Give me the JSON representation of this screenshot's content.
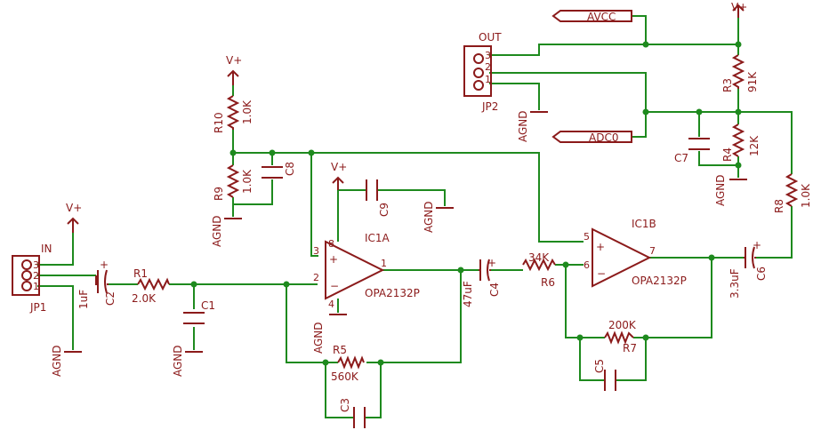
{
  "connectors": {
    "in": {
      "name": "IN",
      "ref": "JP1",
      "pins": [
        "3",
        "2",
        "1"
      ]
    },
    "out": {
      "name": "OUT",
      "ref": "JP2",
      "pins": [
        "3",
        "2",
        "1"
      ]
    }
  },
  "ports": {
    "avcc": "AVCC",
    "adc0": "ADC0"
  },
  "supplies": {
    "vplus": "V+",
    "agnd": "AGND"
  },
  "opamps": {
    "a": {
      "ref": "IC1A",
      "part": "OPA2132P",
      "pins": {
        "plus": "3",
        "minus": "2",
        "out": "1",
        "vcc": "8",
        "gnd": "4"
      }
    },
    "b": {
      "ref": "IC1B",
      "part": "OPA2132P",
      "pins": {
        "plus": "5",
        "minus": "6",
        "out": "7"
      }
    }
  },
  "resistors": {
    "r1": {
      "ref": "R1",
      "value": "2.0K"
    },
    "r3": {
      "ref": "R3",
      "value": "91K"
    },
    "r4": {
      "ref": "R4",
      "value": "12K"
    },
    "r5": {
      "ref": "R5",
      "value": "560K"
    },
    "r6": {
      "ref": "R6",
      "value": "34K"
    },
    "r7": {
      "ref": "R7",
      "value": "200K"
    },
    "r8": {
      "ref": "R8",
      "value": "1.0K"
    },
    "r9": {
      "ref": "R9",
      "value": "1.0K"
    },
    "r10": {
      "ref": "R10",
      "value": "1.0K"
    }
  },
  "capacitors": {
    "c1": {
      "ref": "C1",
      "value": ""
    },
    "c2": {
      "ref": "C2",
      "value": "1uF"
    },
    "c3": {
      "ref": "C3",
      "value": ""
    },
    "c4": {
      "ref": "C4",
      "value": "47uF"
    },
    "c5": {
      "ref": "C5",
      "value": ""
    },
    "c6": {
      "ref": "C6",
      "value": "3.3uF"
    },
    "c7": {
      "ref": "C7",
      "value": ""
    },
    "c8": {
      "ref": "C8",
      "value": ""
    },
    "c9": {
      "ref": "C9",
      "value": ""
    }
  },
  "colors": {
    "wire": "#1e8a1e",
    "component": "#8b1a1a",
    "background": "#ffffff"
  }
}
